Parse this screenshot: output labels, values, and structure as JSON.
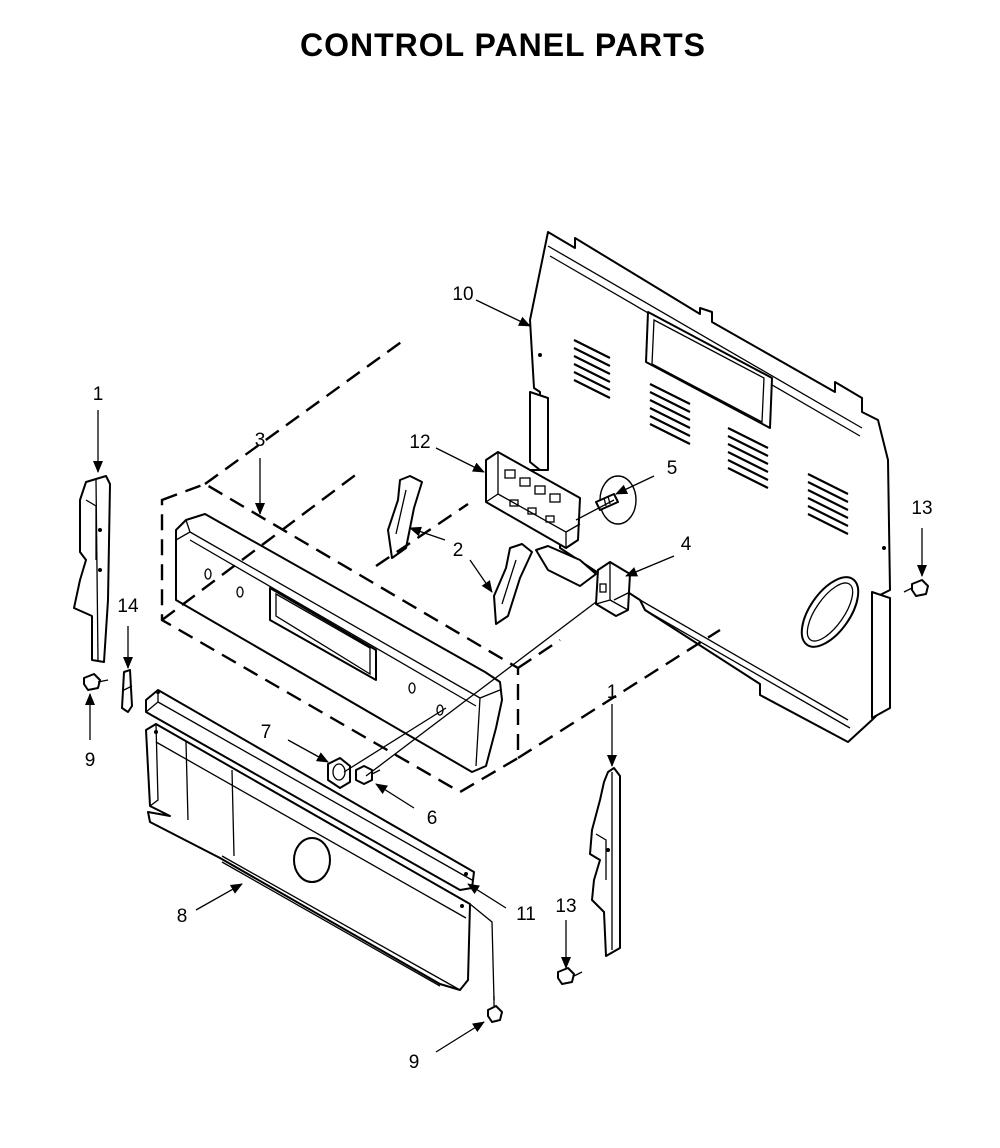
{
  "title": "CONTROL PANEL PARTS",
  "callouts": {
    "c1_left": "1",
    "c1_right": "1",
    "c2": "2",
    "c3": "3",
    "c4": "4",
    "c5": "5",
    "c6": "6",
    "c7": "7",
    "c8": "8",
    "c9_left": "9",
    "c9_bottom": "9",
    "c10": "10",
    "c11": "11",
    "c12": "12",
    "c13_right": "13",
    "c13_bottom": "13",
    "c14": "14"
  }
}
